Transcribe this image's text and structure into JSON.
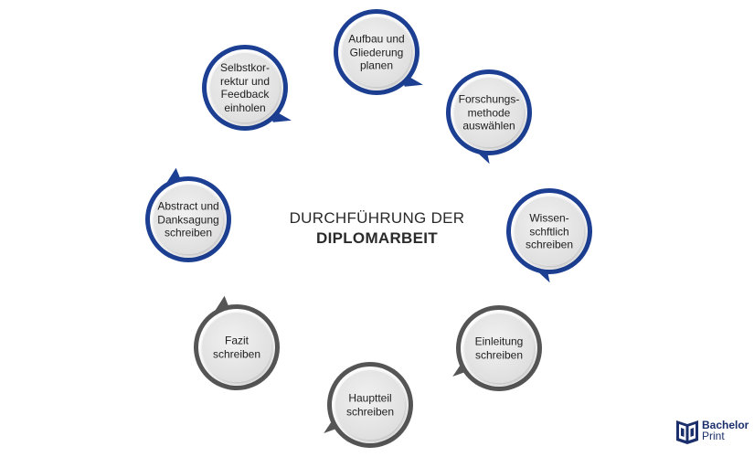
{
  "title": {
    "line1": "DURCHFÜHRUNG DER",
    "line2": "DIPLOMARBEIT"
  },
  "colors": {
    "blue": "#1c3f93",
    "gray": "#555555",
    "inner": "#e6e6e6",
    "text": "#1d1d1d"
  },
  "steps": [
    {
      "label": "Aufbau und\nGliederung\nplanen",
      "color": "blue"
    },
    {
      "label": "Forschungs-\nmethode\nauswählen",
      "color": "blue"
    },
    {
      "label": "Wissen-\nschftlich\nschreiben",
      "color": "blue"
    },
    {
      "label": "Einleitung\nschreiben",
      "color": "gray"
    },
    {
      "label": "Hauptteil\nschreiben",
      "color": "gray"
    },
    {
      "label": "Fazit\nschreiben",
      "color": "gray"
    },
    {
      "label": "Abstract und\nDanksagung\nschreiben",
      "color": "blue"
    },
    {
      "label": "Selbstkor-\nrektur und\nFeedback\neinholen",
      "color": "blue"
    }
  ],
  "logo": {
    "line1": "Bachelor",
    "line2": "Print"
  }
}
